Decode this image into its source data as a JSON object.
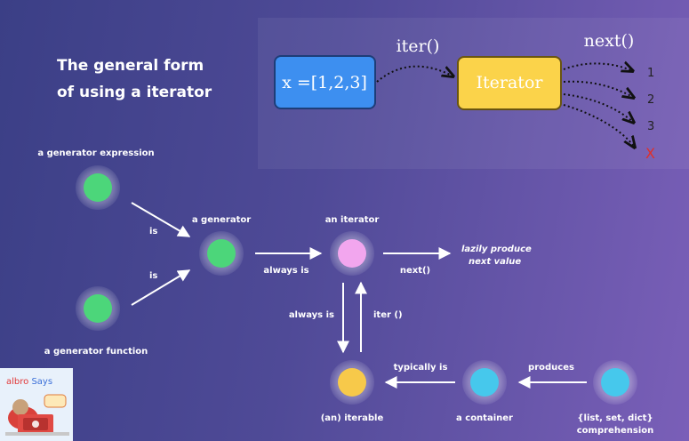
{
  "top": {
    "title_lines": [
      "The general form",
      "of using a iterator"
    ],
    "x_box_label": "x =[1,2,3]",
    "iter_label": "iter()",
    "iterator_box_label": "Iterator",
    "next_label": "next()",
    "outputs": [
      "1",
      "2",
      "3",
      "X"
    ]
  },
  "graph": {
    "nodes": {
      "gen_expr": {
        "label": "a generator expression",
        "color": "#4cd67a"
      },
      "gen_func": {
        "label": "a generator function",
        "color": "#4cd67a"
      },
      "generator": {
        "label": "a generator",
        "color": "#4cd67a"
      },
      "iterator": {
        "label": "an iterator",
        "color": "#f2a6ee"
      },
      "iterable": {
        "label": "(an) iterable",
        "color": "#f7c94a"
      },
      "container": {
        "label": "a container",
        "color": "#46c8ec"
      },
      "comprehension": {
        "label_lines": [
          "{list, set, dict}",
          "comprehension"
        ],
        "color": "#46c8ec"
      }
    },
    "edges": {
      "is_top": "is",
      "is_bottom": "is",
      "always_is_h": "always is",
      "next": "next()",
      "always_is_v": "always is",
      "iter": "iter ()",
      "typically_is": "typically is",
      "produces": "produces"
    },
    "lazy_lines": [
      "lazily produce",
      "next value"
    ]
  },
  "logo": {
    "word1": "albro",
    "word2": "Says"
  },
  "colors": {
    "x_box": "#3d8ff0",
    "iterator_box": "#fbd34a",
    "cross": "#e0302a"
  }
}
